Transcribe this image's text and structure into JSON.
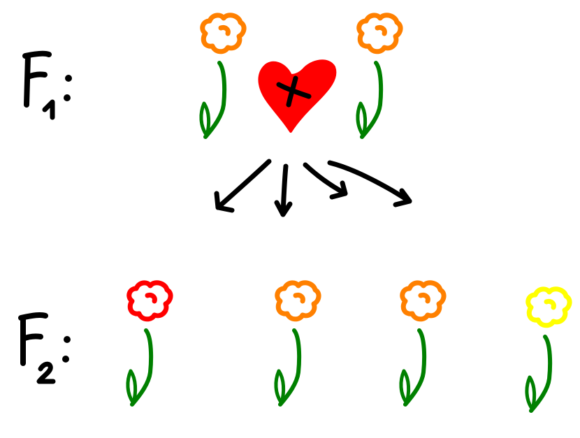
{
  "labels": {
    "f1_letter": "F",
    "f1_sub": "1",
    "f2_letter": "F",
    "f2_sub": "2"
  },
  "f1": {
    "parents": [
      {
        "flower": "orange-flower",
        "petal_color": "#ff8000"
      },
      {
        "flower": "orange-flower",
        "petal_color": "#ff8000"
      }
    ],
    "cross": {
      "heart_color": "#ff0000",
      "symbol": "x"
    }
  },
  "f2": {
    "offspring": [
      {
        "flower": "red-flower",
        "petal_color": "#ff0000"
      },
      {
        "flower": "orange-flower",
        "petal_color": "#ff8000"
      },
      {
        "flower": "orange-flower",
        "petal_color": "#ff8000"
      },
      {
        "flower": "yellow-flower",
        "petal_color": "#ffff00"
      }
    ]
  },
  "colors": {
    "stem": "#008000",
    "ink": "#000000"
  }
}
